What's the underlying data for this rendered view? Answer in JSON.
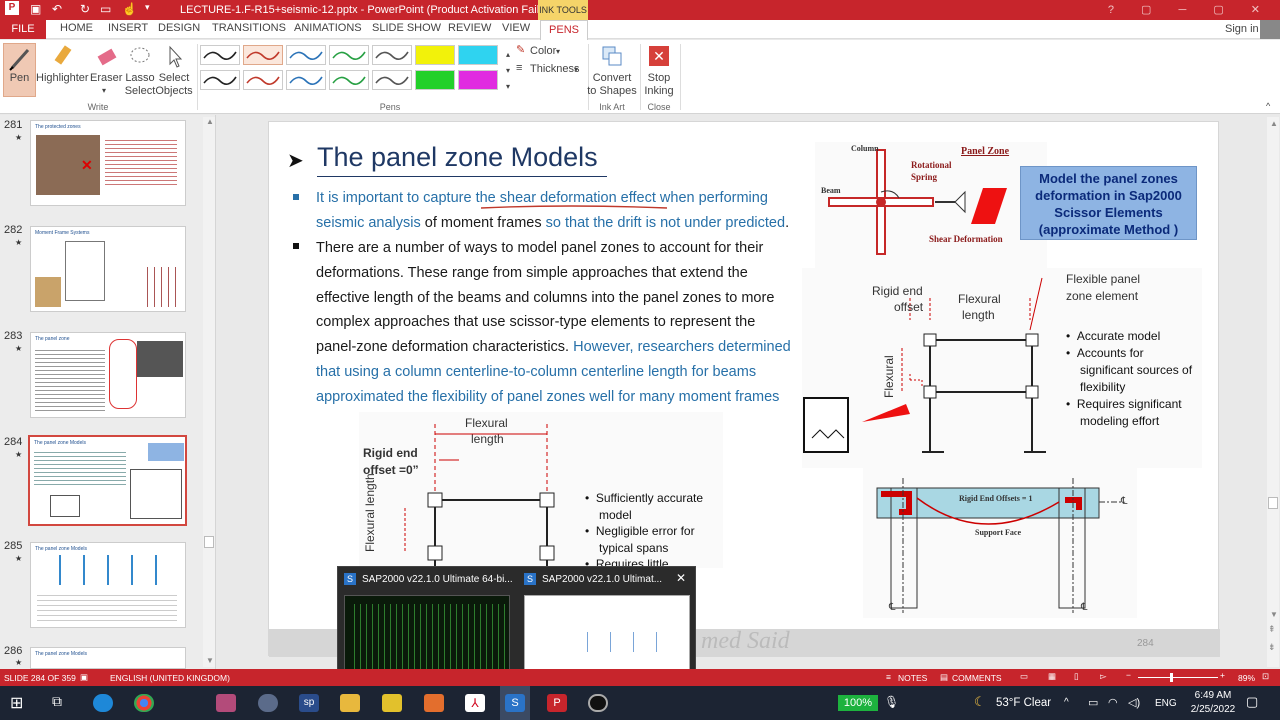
{
  "app": {
    "title": "LECTURE-1.F-R15+seismic-12.pptx - PowerPoint (Product Activation Failed)",
    "ink_tools": "INK TOOLS",
    "signin": "Sign in"
  },
  "tabs": [
    "FILE",
    "HOME",
    "INSERT",
    "DESIGN",
    "TRANSITIONS",
    "ANIMATIONS",
    "SLIDE SHOW",
    "REVIEW",
    "VIEW",
    "PENS"
  ],
  "ribbon": {
    "pen": "Pen",
    "highlighter": "Highlighter",
    "eraser": "Eraser",
    "lasso": "Lasso",
    "lasso2": "Select",
    "select": "Select",
    "select2": "Objects",
    "write_group": "Write",
    "pens_group": "Pens",
    "color": "Color",
    "thickness": "Thickness",
    "convert": "Convert",
    "convert2": "to Shapes",
    "inkart_group": "Ink Art",
    "stop": "Stop",
    "stop2": "Inking",
    "close_group": "Close"
  },
  "pen_colors": [
    "#222222",
    "#c0392b",
    "#2b73b8",
    "#27a043",
    "#555555",
    "#f2f20a",
    "#2fd3f0",
    "#222222",
    "#c0392b",
    "#2b73b8",
    "#27a043",
    "#555555",
    "#22d02a",
    "#e02be0"
  ],
  "thumbs": [
    {
      "num": "281",
      "title": "The protected zones"
    },
    {
      "num": "282",
      "title": "Moment Frame Systems"
    },
    {
      "num": "283",
      "title": "The panel zone"
    },
    {
      "num": "284",
      "title": "The panel zone Models"
    },
    {
      "num": "285",
      "title": "The panel zone Models"
    },
    {
      "num": "286",
      "title": "The panel zone Models"
    }
  ],
  "slide": {
    "title": "The panel zone Models",
    "b1_a": "It is important to capture ",
    "b1_b": "the shear deformation effect",
    "b1_c": " when performing",
    "b1_d": "seismic analysis",
    "b1_e": " of moment frames ",
    "b1_f": "so that the drift is not under predicted",
    "b2_1": "There are a number of ways to model panel zones to account for their",
    "b2_2": "deformations. These range from simple approaches that extend the",
    "b2_3": "effective length of the beams and columns into the panel zones to more",
    "b2_4": "complex approaches that use scissor-type elements to represent the",
    "b2_5": "panel-zone deformation characteristics.",
    "b2_6": "However, researchers determined",
    "b2_7": "that using a column centerline-to-column centerline length for beams",
    "b2_8": "approximated the flexibility of panel zones well for many moment frames",
    "box": "Model the panel zones deformation in Sap2000 Scissor Elements (approximate Method )",
    "column": "Column",
    "beam": "Beam",
    "rot1": "Rotational",
    "rot2": "Spring",
    "panel_zone": "Panel Zone",
    "shear_def": "Shear Deformation",
    "rigid1": "Rigid end",
    "rigid2": "offset",
    "flex1": "Flexural",
    "flex2": "length",
    "fpz1": "Flexible panel",
    "fpz2": "zone element",
    "r1": "Accurate model",
    "r2a": "Accounts for",
    "r2b": "significant sources of",
    "r2c": "flexibility",
    "r3a": "Requires significant",
    "r3b": "modeling effort",
    "l_flex1": "Flexural",
    "l_flex2": "length",
    "l_rigid1": "Rigid end",
    "l_rigid2": "offset =0”",
    "l_vflex": "Flexural length",
    "b_1a": "Sufficiently accurate",
    "b_1b": "model",
    "b_2a": "Negligible error for",
    "b_2b": "typical spans",
    "b_3": "Requires little",
    "rigid_offsets": "Rigid End Offsets = 1",
    "support_face": "Support Face",
    "cl": "℄",
    "watermark": "med Said",
    "page": "284"
  },
  "popup": {
    "t1": "SAP2000 v22.1.0 Ultimate 64-bi...",
    "t2": "SAP2000 v22.1.0 Ultimat..."
  },
  "status": {
    "slide": "SLIDE 284 OF 359",
    "lang": "ENGLISH (UNITED KINGDOM)",
    "notes": "NOTES",
    "comments": "COMMENTS",
    "zoom": "89%"
  },
  "taskbar": {
    "battery": "100%",
    "weather": "53°F  Clear",
    "lang": "ENG",
    "time": "6:49 AM",
    "date": "2/25/2022"
  }
}
